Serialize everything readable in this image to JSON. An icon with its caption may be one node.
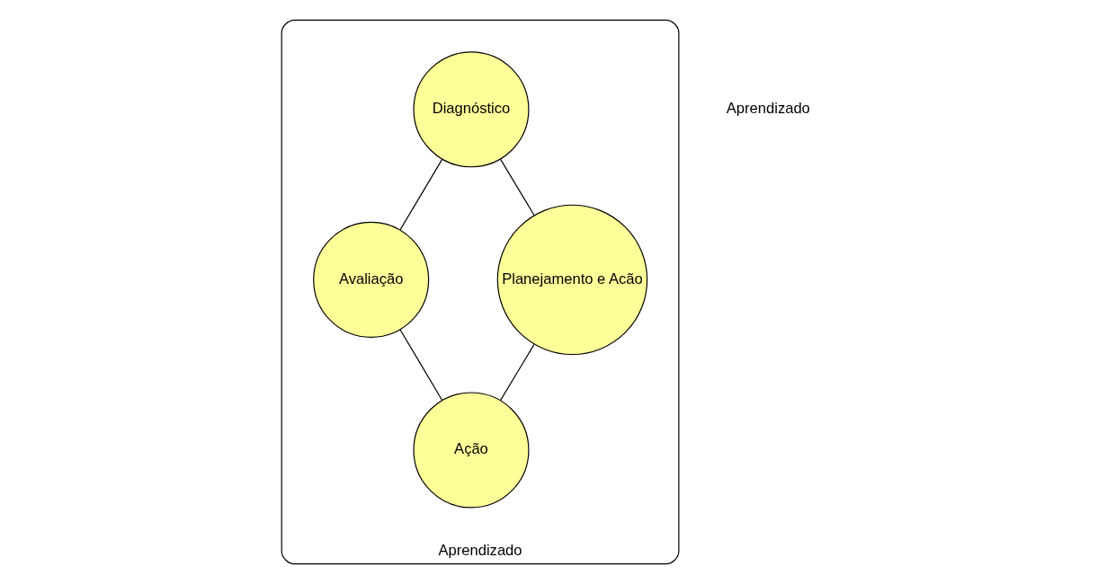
{
  "diagram": {
    "nodes": [
      {
        "text": [
          "Aprendizado"
        ]
      },
      {
        "text": [
          "Diagnóstico"
        ],
        "in": 0
      },
      {
        "text": [
          "Avaliação"
        ],
        "in": 0
      },
      {
        "text": [
          "Planejamento e Acão"
        ],
        "in": 0
      },
      {
        "text": [
          "Ação"
        ],
        "in": 0
      }
    ],
    "edges": [
      {
        "from": 1,
        "to": 3,
        "arrow": "none"
      },
      {
        "from": 3,
        "to": 4,
        "arrow": "none"
      },
      {
        "from": 2,
        "to": 4,
        "arrow": "none"
      },
      {
        "from": 1,
        "to": 2,
        "arrow": "none"
      }
    ],
    "labels": [
      "Aprendizado"
    ]
  }
}
